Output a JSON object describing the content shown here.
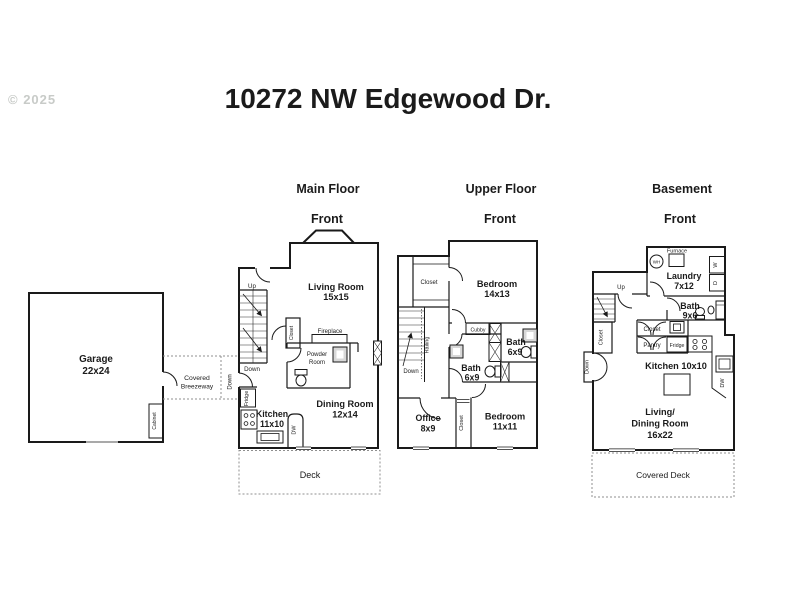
{
  "watermark": "© 2025",
  "title": "10272 NW Edgewood Dr.",
  "floors": {
    "main": {
      "title": "Main Floor",
      "front": "Front"
    },
    "upper": {
      "title": "Upper Floor",
      "front": "Front"
    },
    "basement": {
      "title": "Basement",
      "front": "Front"
    }
  },
  "garage": {
    "name": "Garage",
    "size": "22x24",
    "cabinet": "Cabinet",
    "breezeway": {
      "line1": "Covered",
      "line2": "Breezeway",
      "down": "Down"
    }
  },
  "main": {
    "up": "Up",
    "down": "Down",
    "living_room": {
      "name": "Living Room",
      "size": "15x15"
    },
    "closet": "Closet",
    "fireplace": "Fireplace",
    "powder_room": {
      "line1": "Powder",
      "line2": "Room"
    },
    "fridge": "Fridge",
    "kitchen": {
      "name": "Kitchen",
      "size": "11x10"
    },
    "dw": "DW",
    "dining_room": {
      "name": "Dining Room",
      "size": "12x14"
    },
    "deck": "Deck"
  },
  "upper": {
    "closet_top": "Closet",
    "railing": "Railing",
    "down": "Down",
    "bedroom_front": {
      "name": "Bedroom",
      "size": "14x13"
    },
    "cubby": "Cubby",
    "bath_a": {
      "name": "Bath",
      "size": "6x9"
    },
    "bath_b": {
      "name": "Bath",
      "size": "6x9"
    },
    "office": {
      "name": "Office",
      "size": "8x9"
    },
    "closet_lower": "Closet",
    "bedroom_rear": {
      "name": "Bedroom",
      "size": "11x11"
    }
  },
  "basement": {
    "furnace": "Furnace",
    "water_heater": "WH",
    "laundry": {
      "name": "Laundry",
      "size": "7x12"
    },
    "washer": "W",
    "dryer": "D",
    "up": "Up",
    "bath": {
      "name": "Bath",
      "size": "9x6"
    },
    "closet_left": "Closet",
    "closet": "Closet",
    "pantry": "Pantry",
    "fridge": "Fridge",
    "kitchen": "Kitchen 10x10",
    "dw": "DW",
    "living_room": {
      "line1": "Living/",
      "line2": "Dining Room",
      "line3": "16x22"
    },
    "down": "Down",
    "covered_deck": "Covered Deck"
  }
}
